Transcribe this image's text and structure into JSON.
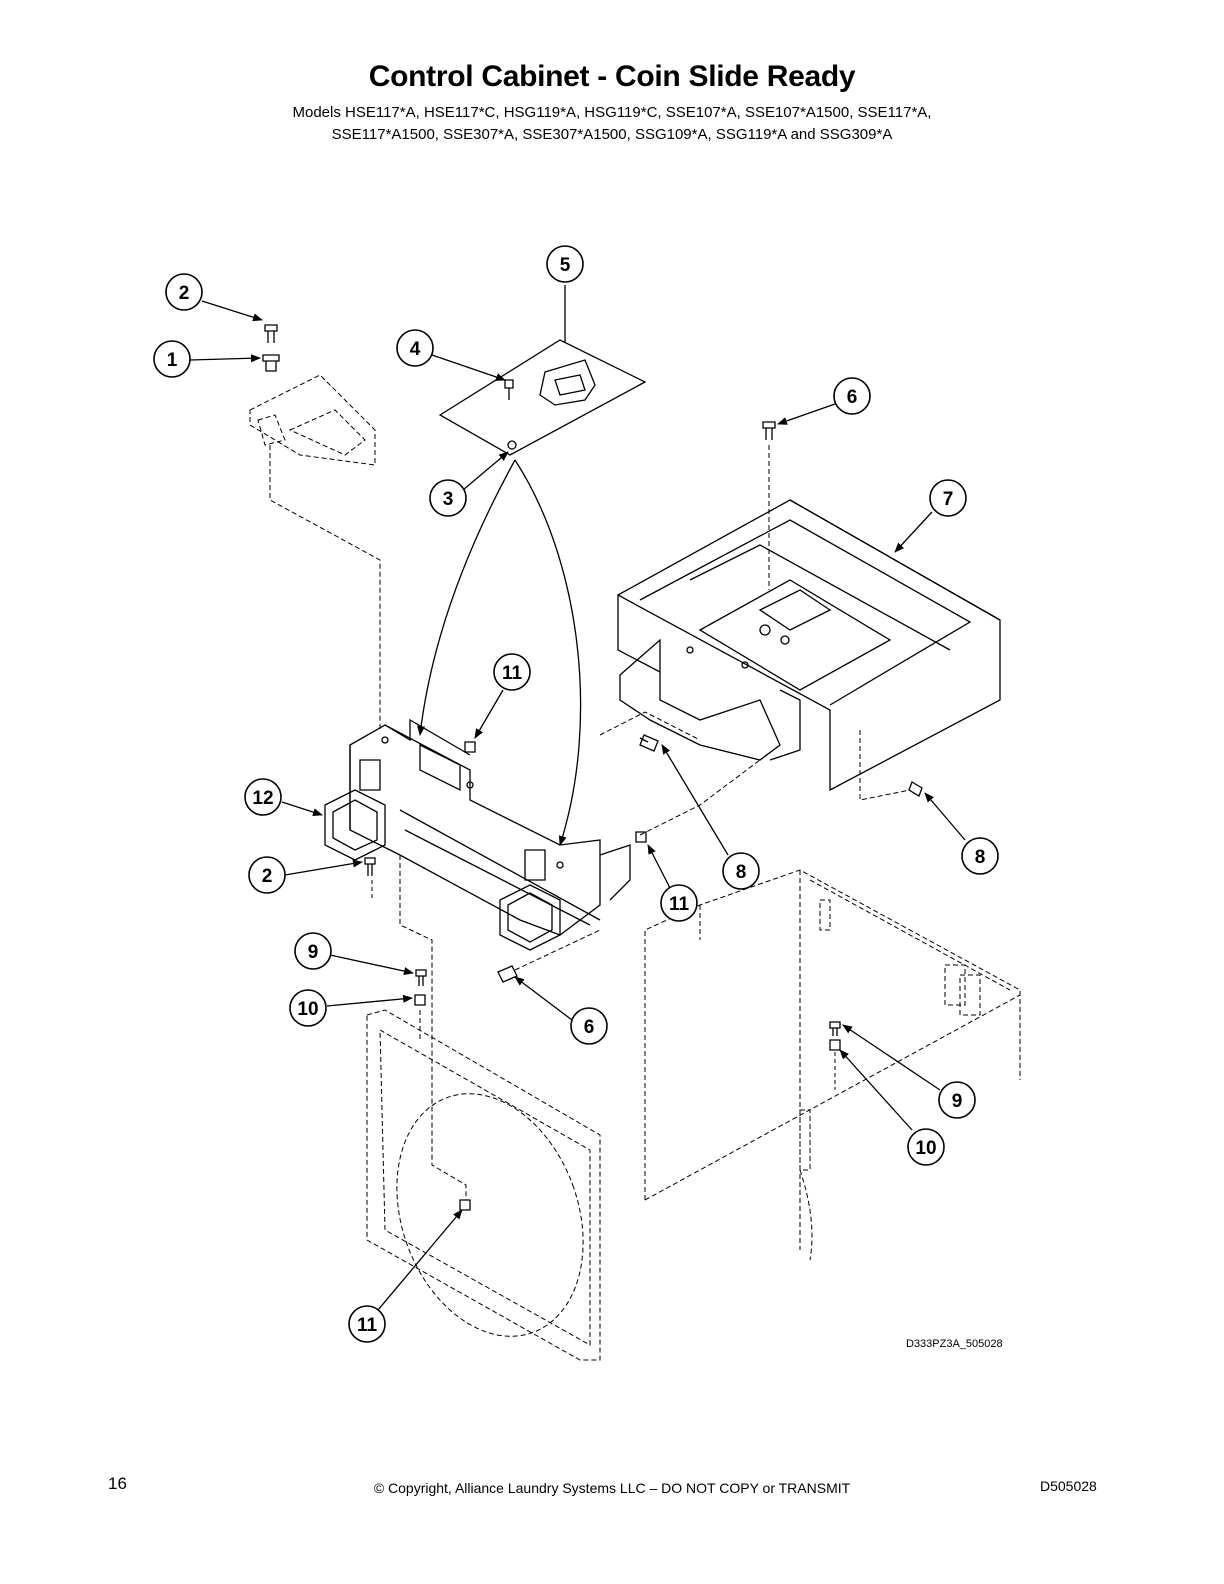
{
  "header": {
    "title": "Control Cabinet - Coin Slide Ready",
    "models_line1": "Models HSE117*A, HSE117*C, HSG119*A, HSG119*C, SSE107*A, SSE107*A1500, SSE117*A,",
    "models_line2": "SSE117*A1500, SSE307*A, SSE307*A1500, SSG109*A, SSG119*A and SSG309*A"
  },
  "callouts": [
    {
      "id": "c2a",
      "label": "2"
    },
    {
      "id": "c1",
      "label": "1"
    },
    {
      "id": "c5",
      "label": "5"
    },
    {
      "id": "c4",
      "label": "4"
    },
    {
      "id": "c3",
      "label": "3"
    },
    {
      "id": "c6a",
      "label": "6"
    },
    {
      "id": "c7",
      "label": "7"
    },
    {
      "id": "c11a",
      "label": "11"
    },
    {
      "id": "c12",
      "label": "12"
    },
    {
      "id": "c2b",
      "label": "2"
    },
    {
      "id": "c8a",
      "label": "8"
    },
    {
      "id": "c8b",
      "label": "8"
    },
    {
      "id": "c11b",
      "label": "11"
    },
    {
      "id": "c9a",
      "label": "9"
    },
    {
      "id": "c10a",
      "label": "10"
    },
    {
      "id": "c6b",
      "label": "6"
    },
    {
      "id": "c9b",
      "label": "9"
    },
    {
      "id": "c10b",
      "label": "10"
    },
    {
      "id": "c11c",
      "label": "11"
    }
  ],
  "drawing_id": "D333PZ3A_505028",
  "footer": {
    "page_number": "16",
    "copyright": "© Copyright, Alliance Laundry Systems LLC – DO NOT COPY or TRANSMIT",
    "doc_id": "D505028"
  }
}
